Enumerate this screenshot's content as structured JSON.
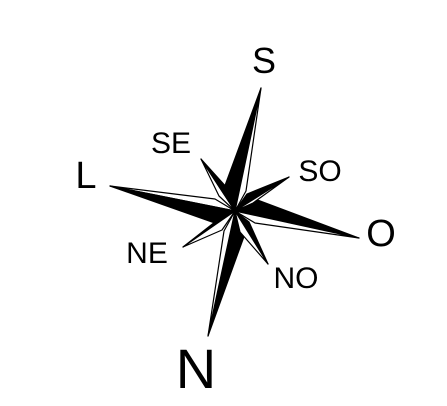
{
  "compass": {
    "labels": {
      "north": "N",
      "south": "S",
      "east": "L",
      "west": "O",
      "northeast": "NE",
      "northwest": "NO",
      "southeast": "SE",
      "southwest": "SO"
    },
    "colors": {
      "ink": "#000000",
      "paper": "#ffffff"
    }
  }
}
